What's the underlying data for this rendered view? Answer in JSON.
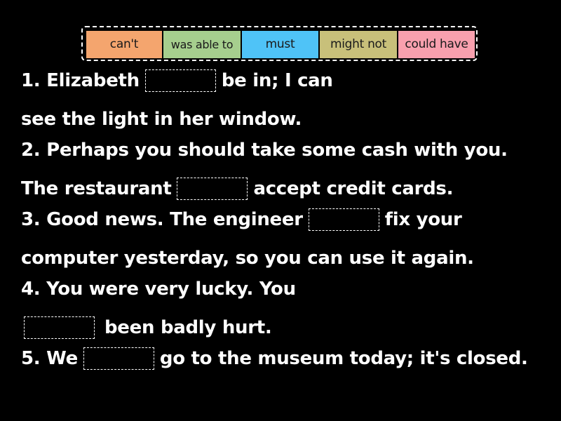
{
  "word_bank": {
    "tiles": [
      {
        "label": "can't",
        "color": "#F4A56E"
      },
      {
        "label": "was able to",
        "color": "#A6CF8E"
      },
      {
        "label": "must",
        "color": "#4FC3F7"
      },
      {
        "label": "might not",
        "color": "#C8C07A"
      },
      {
        "label": "could have",
        "color": "#F8A0AE"
      }
    ]
  },
  "sentences": [
    {
      "number": "1.",
      "before": "1. Elizabeth",
      "after": "be in; I can",
      "continuation": "see the light in her window."
    },
    {
      "number": "2.",
      "line1": "2. Perhaps you should take some cash with you.",
      "before": "The restaurant",
      "after": "accept credit cards."
    },
    {
      "number": "3.",
      "before": "3. Good news. The engineer",
      "after": "fix your",
      "continuation": "computer yesterday, so you can use it again."
    },
    {
      "number": "4.",
      "line1": "4. You were very lucky. You",
      "after": "been badly hurt."
    },
    {
      "number": "5.",
      "before": "5. We",
      "after": "go to the museum today; it's closed."
    }
  ]
}
